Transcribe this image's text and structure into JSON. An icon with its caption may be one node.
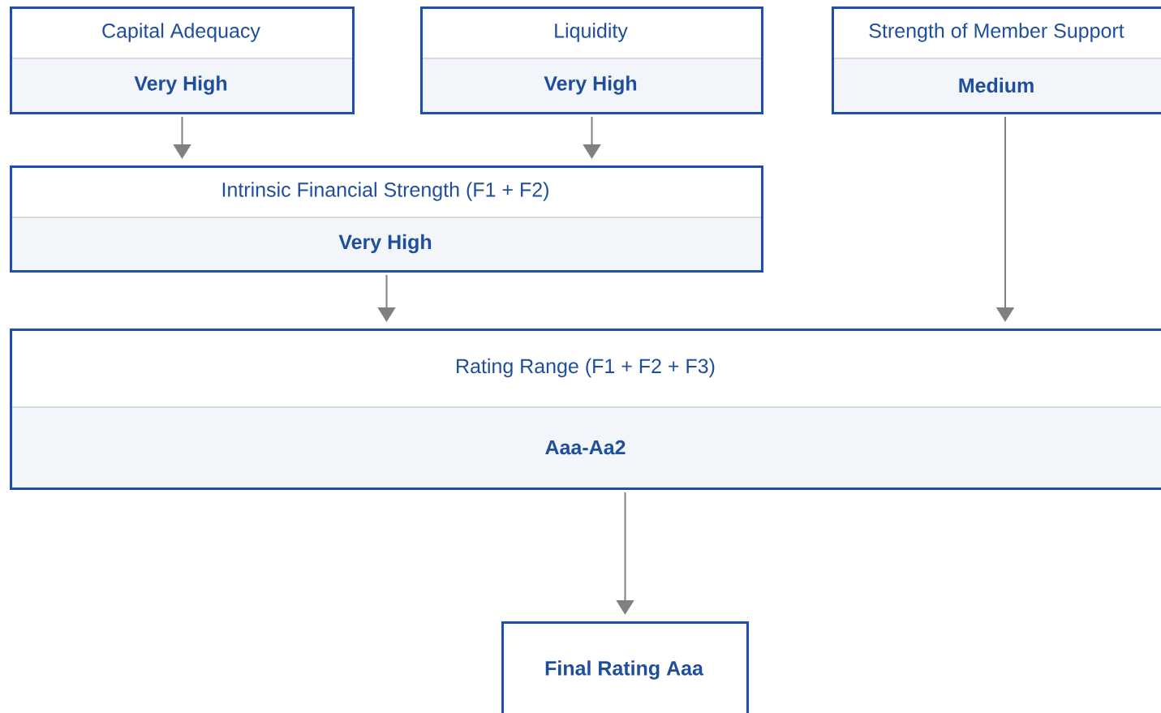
{
  "diagram": {
    "nodes": [
      {
        "text": [
          "Capital Adequacy",
          "Very High"
        ]
      },
      {
        "text": [
          "Liquidity",
          "Very High"
        ]
      },
      {
        "text": [
          "Strength of Member Support",
          "Medium"
        ]
      },
      {
        "text": [
          "Intrinsic Financial Strength (F1 + F2)",
          "Very High"
        ]
      },
      {
        "text": [
          "Rating Range (F1 + F2 + F3)",
          "Aaa-Aa2"
        ]
      },
      {
        "text": [
          "Final Rating Aaa"
        ]
      }
    ],
    "edges": [
      {
        "from": 0,
        "to": 3,
        "arrow": "to"
      },
      {
        "from": 1,
        "to": 3,
        "arrow": "to"
      },
      {
        "from": 3,
        "to": 4,
        "arrow": "to"
      },
      {
        "from": 2,
        "to": 4,
        "arrow": "to"
      },
      {
        "from": 4,
        "to": 5,
        "arrow": "to"
      }
    ]
  }
}
